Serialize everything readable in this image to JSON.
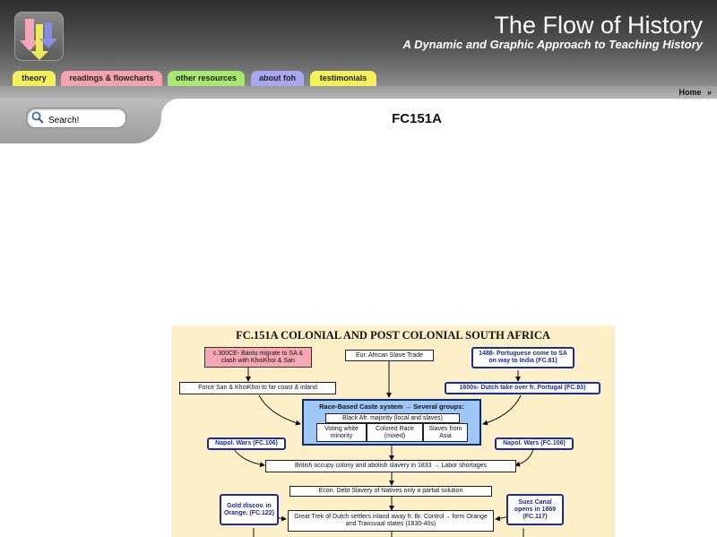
{
  "site": {
    "title": "The Flow of History",
    "subtitle": "A Dynamic and Graphic Approach to Teaching History"
  },
  "nav": {
    "tabs": [
      {
        "label": "theory",
        "color": "#f3f05a"
      },
      {
        "label": "readings & flowcharts",
        "color": "#f4a3ae"
      },
      {
        "label": "other resources",
        "color": "#a7e86e"
      },
      {
        "label": "about foh",
        "color": "#a8a8f2"
      },
      {
        "label": "testimonials",
        "color": "#f3f05a"
      }
    ],
    "home_label": "Home",
    "home_arrow": "»"
  },
  "search": {
    "label": "Search!"
  },
  "page": {
    "title": "FC151A"
  },
  "flowchart": {
    "title": "FC.151A COLONIAL AND POST COLONIAL SOUTH AFRICA",
    "bantu": "c.300CE- Bantu migrate to SA & clash with KhoiKhoi & San",
    "slave_trade": "Eur. African Slave Trade",
    "portuguese": "1488- Portuguese come to SA on way to India (FC.81)",
    "force_san": "Force San & KhoiKhoi to far coast & inland",
    "dutch": "1600s- Dutch take over fr. Portugal (FC.93)",
    "caste_title": "Race-Based Caste system → Several groups:",
    "black_maj": "Black Afr. majority (local and slaves)",
    "voting": "Voting white minority",
    "colored": "Colored Race (mixed)",
    "slaves_asia": "Slaves from Asia",
    "napol_left": "Napol. Wars (FC.106)",
    "napol_right": "Napol. Wars (FC.106)",
    "british": "British occupy colony and abolish slavery in 1833 → Labor shortages",
    "debt": "Econ. Debt Slavery of Natives only a partial solution",
    "gold": "Gold discov. in Orange. (FC.122)",
    "suez": "Suez Canal opens in 1869 (FC.117)",
    "trek": "Great Trek of Dutch settlers inland away fr. Br. Control→ form Orange and Transvaal states (1830-40s)"
  }
}
